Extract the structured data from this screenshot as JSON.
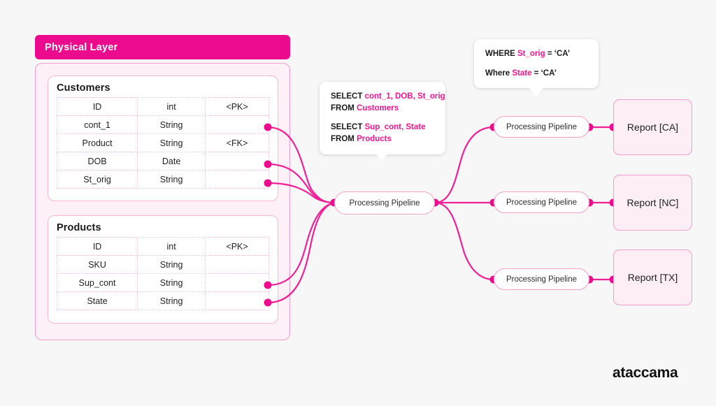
{
  "layer": {
    "banner_label": "Physical Layer"
  },
  "tables": [
    {
      "id": "customers",
      "title": "Customers",
      "rows": [
        {
          "name": "ID",
          "type": "int",
          "key": "<PK>"
        },
        {
          "name": "cont_1",
          "type": "String",
          "key": ""
        },
        {
          "name": "Product",
          "type": "String",
          "key": "<FK>"
        },
        {
          "name": "DOB",
          "type": "Date",
          "key": ""
        },
        {
          "name": "St_orig",
          "type": "String",
          "key": ""
        }
      ]
    },
    {
      "id": "products",
      "title": "Products",
      "rows": [
        {
          "name": "ID",
          "type": "int",
          "key": "<PK>"
        },
        {
          "name": "SKU",
          "type": "String",
          "key": ""
        },
        {
          "name": "Sup_cont",
          "type": "String",
          "key": ""
        },
        {
          "name": "State",
          "type": "String",
          "key": ""
        }
      ]
    }
  ],
  "tooltips": {
    "select": {
      "line1_keyword": "SELECT",
      "line1_fields": "cont_1, DOB, St_orig",
      "line2_keyword": "FROM",
      "line2_fields": "Customers",
      "line3_keyword": "SELECT",
      "line3_fields": "Sup_cont, State",
      "line4_keyword": "FROM",
      "line4_fields": "Products"
    },
    "where": {
      "line1_keyword": "WHERE",
      "line1_field": "St_orig",
      "line1_suffix": "= ‘CA’",
      "line2_keyword": "Where",
      "line2_field": "State",
      "line2_suffix": "= ‘CA’"
    }
  },
  "pipelines": {
    "main": "Processing Pipeline",
    "ca": "Processing Pipeline",
    "nc": "Processing Pipeline",
    "tx": "Processing Pipeline"
  },
  "reports": {
    "ca": "Report [CA]",
    "nc": "Report [NC]",
    "tx": "Report [TX]"
  },
  "brand": {
    "logo_text": "ataccama"
  },
  "colors": {
    "accent_magenta": "#ec0a8d",
    "edge_pink": "#ef2197",
    "border_pink": "#f49ccb",
    "light_pink_fill": "#fdf0f7",
    "report_fill": "#fdeef6",
    "background": "#f7f7f7"
  }
}
